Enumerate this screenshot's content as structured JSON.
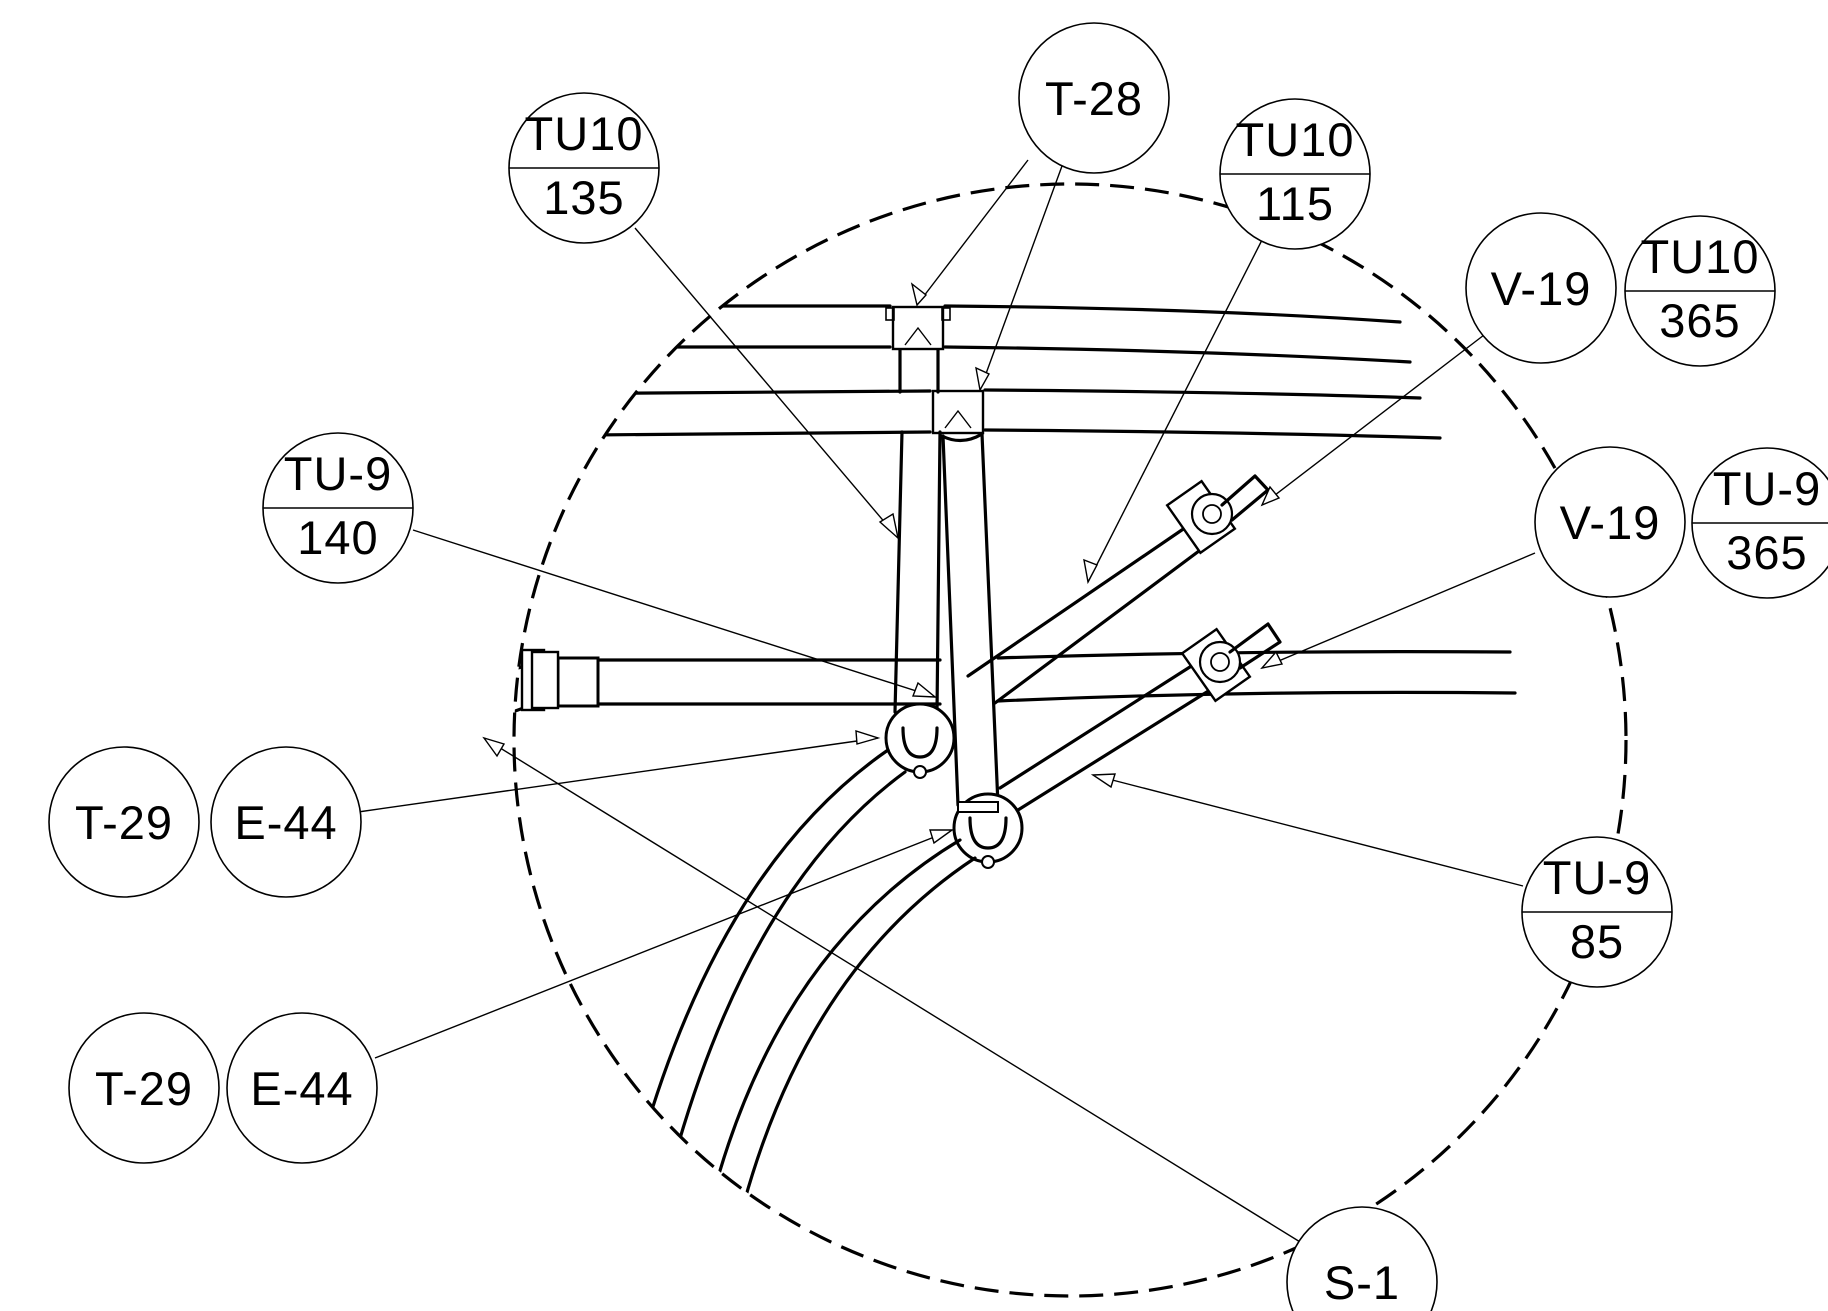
{
  "callouts": {
    "t28": "T-28",
    "tu10_a": {
      "top": "TU10",
      "bottom": "135"
    },
    "tu10_b": {
      "top": "TU10",
      "bottom": "115"
    },
    "v19_a": "V-19",
    "tu10_c": {
      "top": "TU10",
      "bottom": "365"
    },
    "tu9_a": {
      "top": "TU-9",
      "bottom": "140"
    },
    "v19_b": "V-19",
    "tu9_b": {
      "top": "TU-9",
      "bottom": "365"
    },
    "t29_a": "T-29",
    "e44_a": "E-44",
    "tu9_c": {
      "top": "TU-9",
      "bottom": "85"
    },
    "t29_b": "T-29",
    "e44_b": "E-44",
    "s1": "S-1"
  },
  "colors": {
    "line": "#000000",
    "background": "#ffffff"
  }
}
